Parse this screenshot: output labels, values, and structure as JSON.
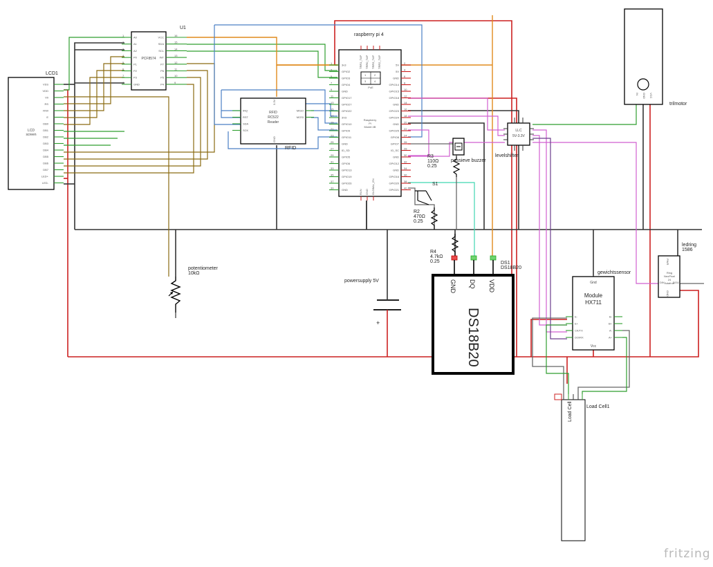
{
  "components": {
    "lcd": {
      "ref": "LCD1",
      "label_line1": "LCD",
      "label_line2": "screen",
      "pins": [
        "VSS",
        "VDD",
        "V0",
        "RS",
        "R/W",
        "E",
        "DB0",
        "DB1",
        "DB2",
        "DB3",
        "DB4",
        "DB5",
        "DB6",
        "DB7",
        "LED+",
        "LED-"
      ]
    },
    "pcf": {
      "ref": "U1",
      "name": "PCF8574",
      "left_pins": [
        "A0",
        "A1",
        "A2",
        "P0",
        "P1",
        "P2",
        "P3",
        "GND"
      ],
      "right_pins": [
        "VCC",
        "SDA",
        "SCL",
        "INT",
        "P7",
        "P6",
        "P5",
        "P4"
      ]
    },
    "rfid": {
      "title1": "RFID",
      "title2": "RC522",
      "title3": "Reader",
      "ref": "RFID",
      "left_pins": [
        "IRQ",
        "RST",
        "SDA",
        "SCK"
      ],
      "right_pins": [
        "MISO",
        "MOSI"
      ],
      "bottom_pin": "GND",
      "top_pin": "3.3V"
    },
    "rpi": {
      "ref": "raspberry pi 4",
      "title1": "Raspberry",
      "title2": "Pi",
      "title3": "Model 4B",
      "left_pins": [
        "3v3",
        "GPIO2",
        "GPIO3",
        "GPIO4",
        "GND",
        "GPIO17",
        "GPIO27",
        "GPIO22",
        "3V3",
        "GPIO10",
        "GPIO9",
        "GPIO11",
        "GND",
        "ID_SD",
        "GPIO5",
        "GPIO6",
        "GPIO13",
        "GPIO19",
        "GPIO26",
        "GND"
      ],
      "right_pins": [
        "5V",
        "5V",
        "GND",
        "GPIO14",
        "GPIO15",
        "GPIO18",
        "GND",
        "GPIO23",
        "GPIO24",
        "GND",
        "GPIO25",
        "GPIO8",
        "GPIO7",
        "ID_SC",
        "GND",
        "GPIO12",
        "GND",
        "GPIO16",
        "GPIO20",
        "GPIO21"
      ],
      "top_pins": [
        "TRR1_TAP",
        "TRR0_TAP",
        "TRR3_TAP",
        "TRR2_TAP"
      ],
      "bottom_pins": [
        "RUN",
        "GND",
        "GLOBAL_EN"
      ],
      "poe_label": "PoE",
      "poe_pins": [
        "1",
        "2",
        "3",
        "4"
      ]
    },
    "llc": {
      "title1": "LLC",
      "title2": "5V-3.3V",
      "ref": "levelshifter"
    },
    "buzzer": {
      "ref": "passieve buzzer"
    },
    "r3": {
      "ref": "R3",
      "value": "110Ω",
      "power": "0.25"
    },
    "s1": {
      "ref": "S1"
    },
    "r2": {
      "ref": "R2",
      "value": "470Ω",
      "power": "0.25"
    },
    "r4": {
      "ref": "R4",
      "value": "4.7kΩ",
      "power": "0.25"
    },
    "ds18b20": {
      "name": "DS18B20",
      "ref1": "DS1",
      "ref2": "DS18B20",
      "pins": [
        "GND",
        "DQ",
        "VDD"
      ]
    },
    "pot": {
      "ref": "potentiometer",
      "value": "10kΩ"
    },
    "psu": {
      "ref": "powersupply 5V",
      "plus": "+"
    },
    "hx711": {
      "ref": "gewichtssensor",
      "title1": "Module",
      "title2": "HX711",
      "top_pin": "Gnd",
      "left_pins": [
        "E-",
        "E+",
        "CK/TX",
        "DO/RX"
      ],
      "right_pins": [
        "B-",
        "B+",
        "A-",
        "A+"
      ],
      "bottom_pin": "Vcc"
    },
    "loadcell": {
      "ref": "Load Cell1",
      "label": "Load Cell"
    },
    "motor": {
      "ref": "trilmotor",
      "pins": [
        "IN",
        "GND",
        "VCC"
      ]
    },
    "ledring": {
      "ref1": "ledring",
      "ref2": "1586",
      "title1": "Ring",
      "title2": "NeoPixel",
      "title3": "24",
      "title4": "Adafruit",
      "pins": [
        "PWR",
        "DIN",
        "DOUT",
        "GND"
      ]
    }
  },
  "watermark": "fritzing"
}
